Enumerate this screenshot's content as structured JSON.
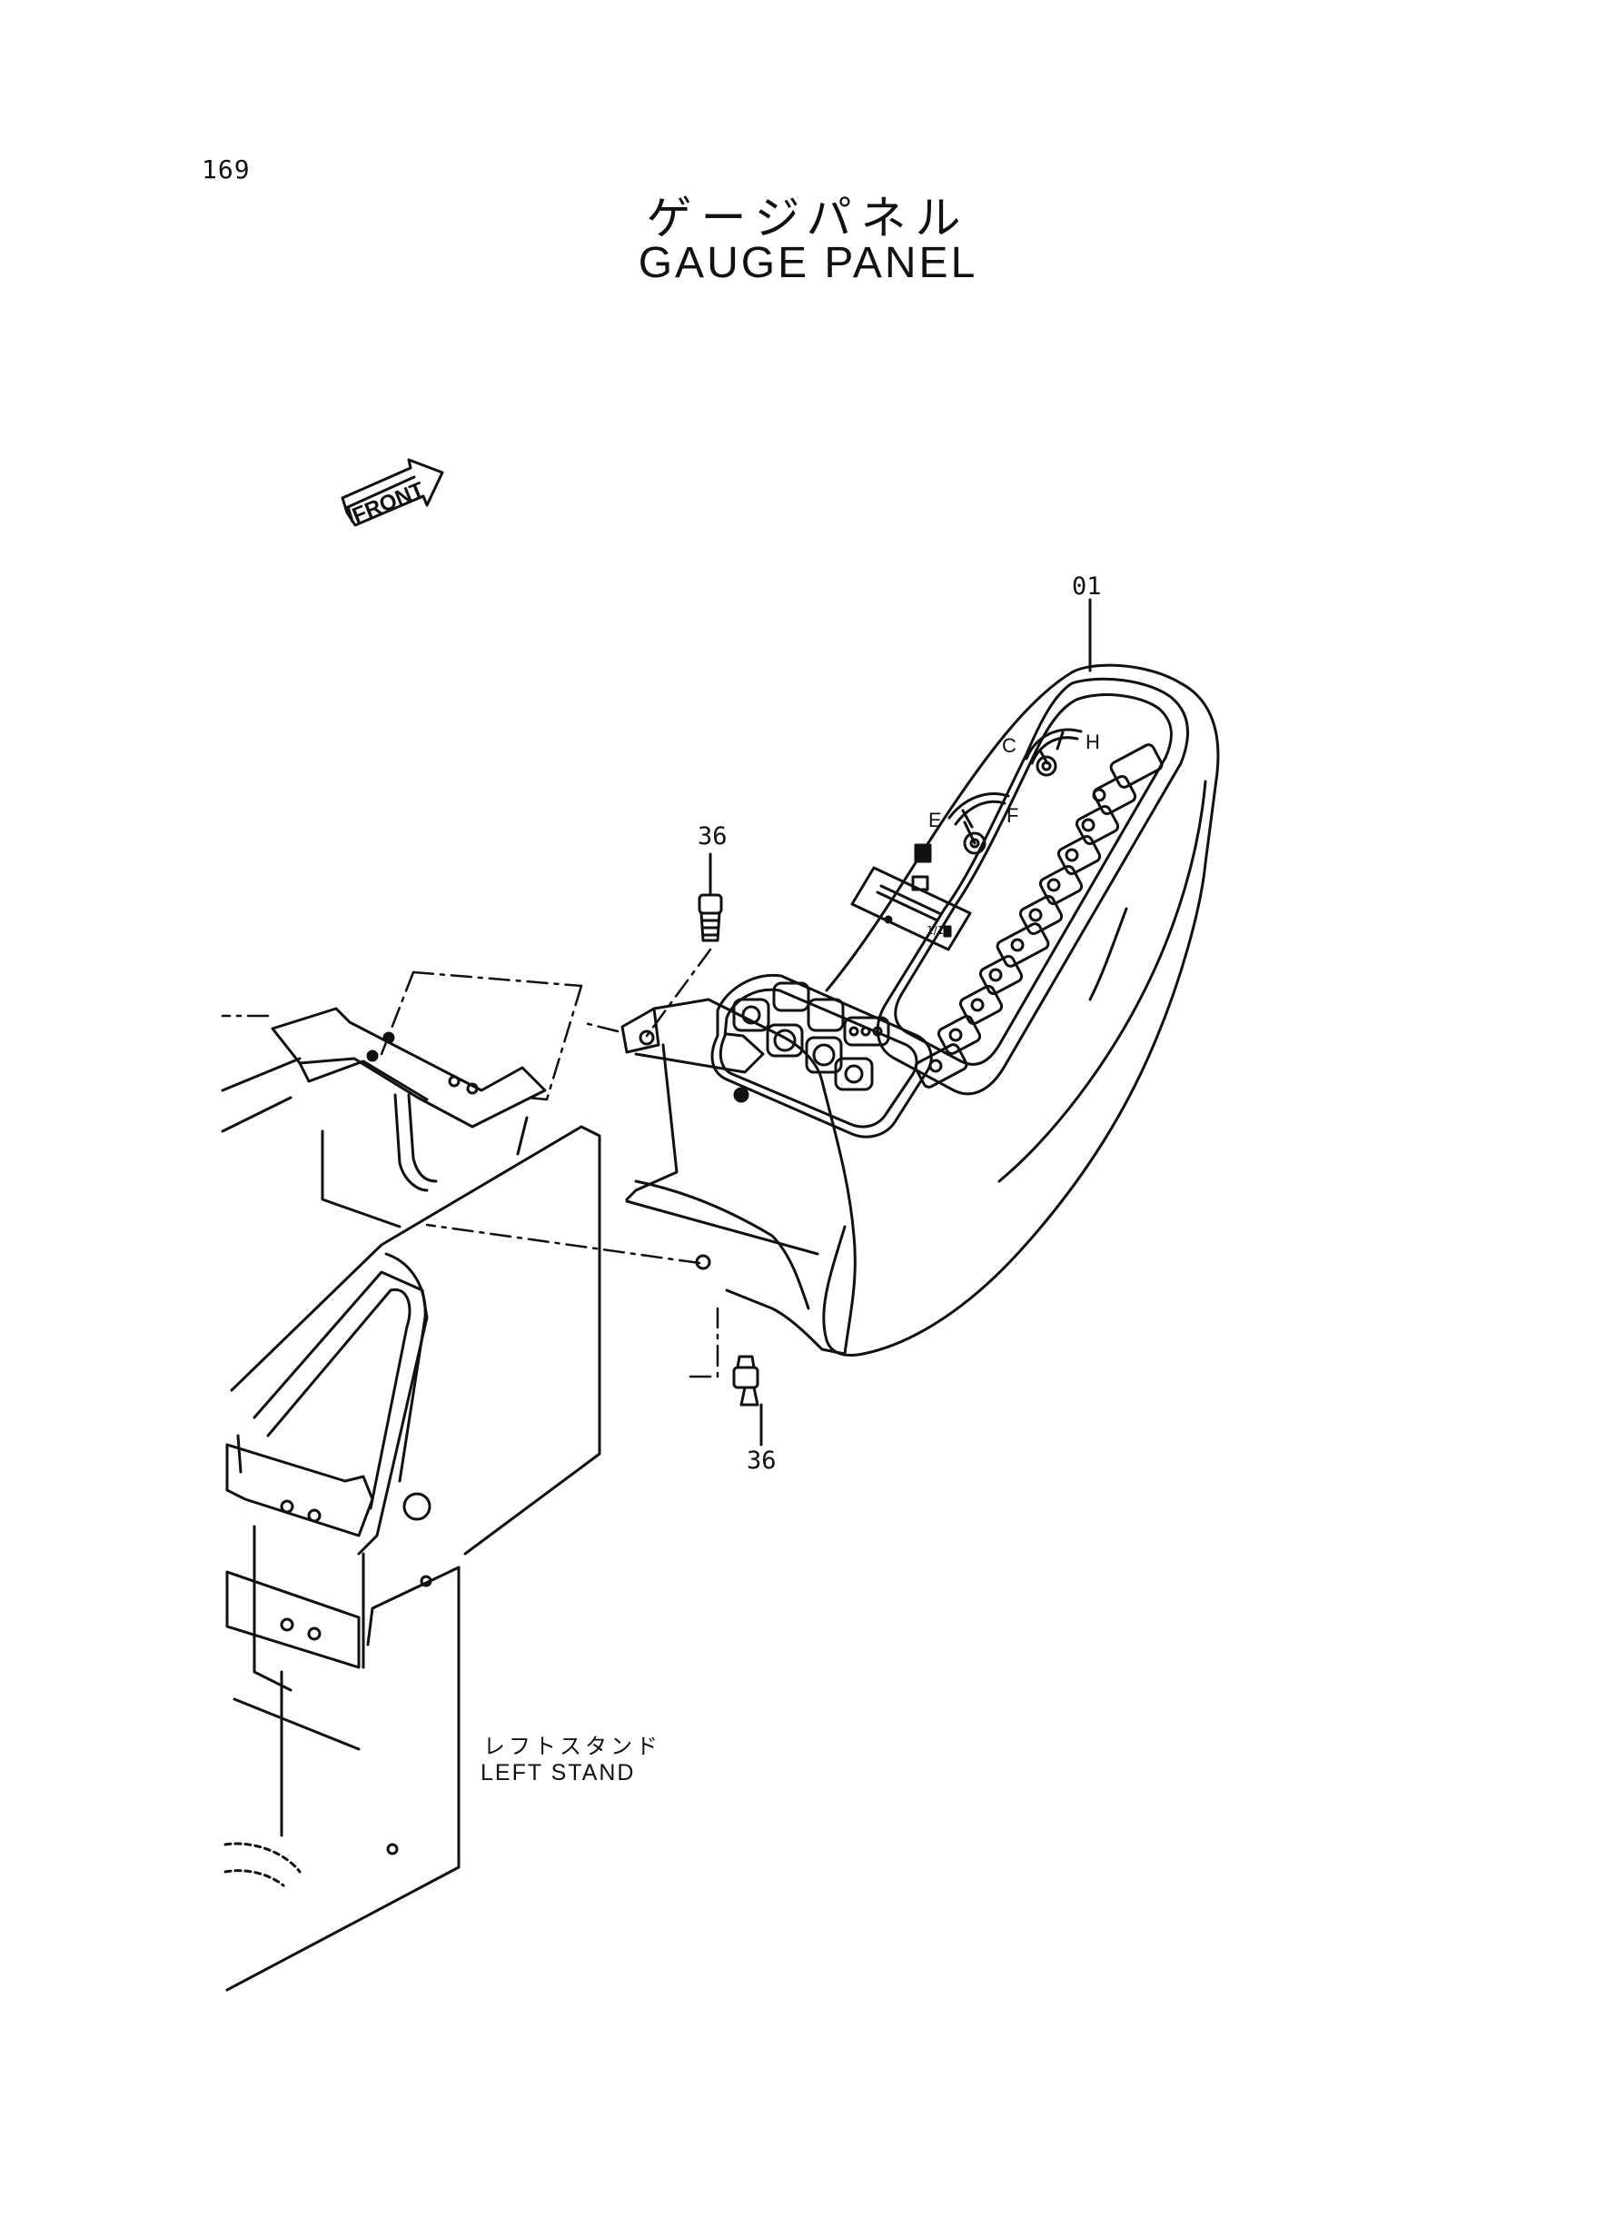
{
  "page": {
    "number": "169"
  },
  "title": {
    "japanese": "ゲージパネル",
    "english": "GAUGE PANEL"
  },
  "front_marker": {
    "label": "FRONT"
  },
  "callouts": {
    "panel": "01",
    "bolt_upper": "36",
    "bolt_lower": "36"
  },
  "left_stand": {
    "japanese": "レフトスタンド",
    "english": "LEFT STAND"
  },
  "gauges": {
    "temp": {
      "low": "C",
      "high": "H"
    },
    "fuel": {
      "empty": "E",
      "full": "F"
    },
    "hour_meter_unit": "1/10"
  },
  "icons": [
    "front-arrow-icon",
    "gauge-panel-icon",
    "bolt-icon",
    "left-stand-icon"
  ]
}
